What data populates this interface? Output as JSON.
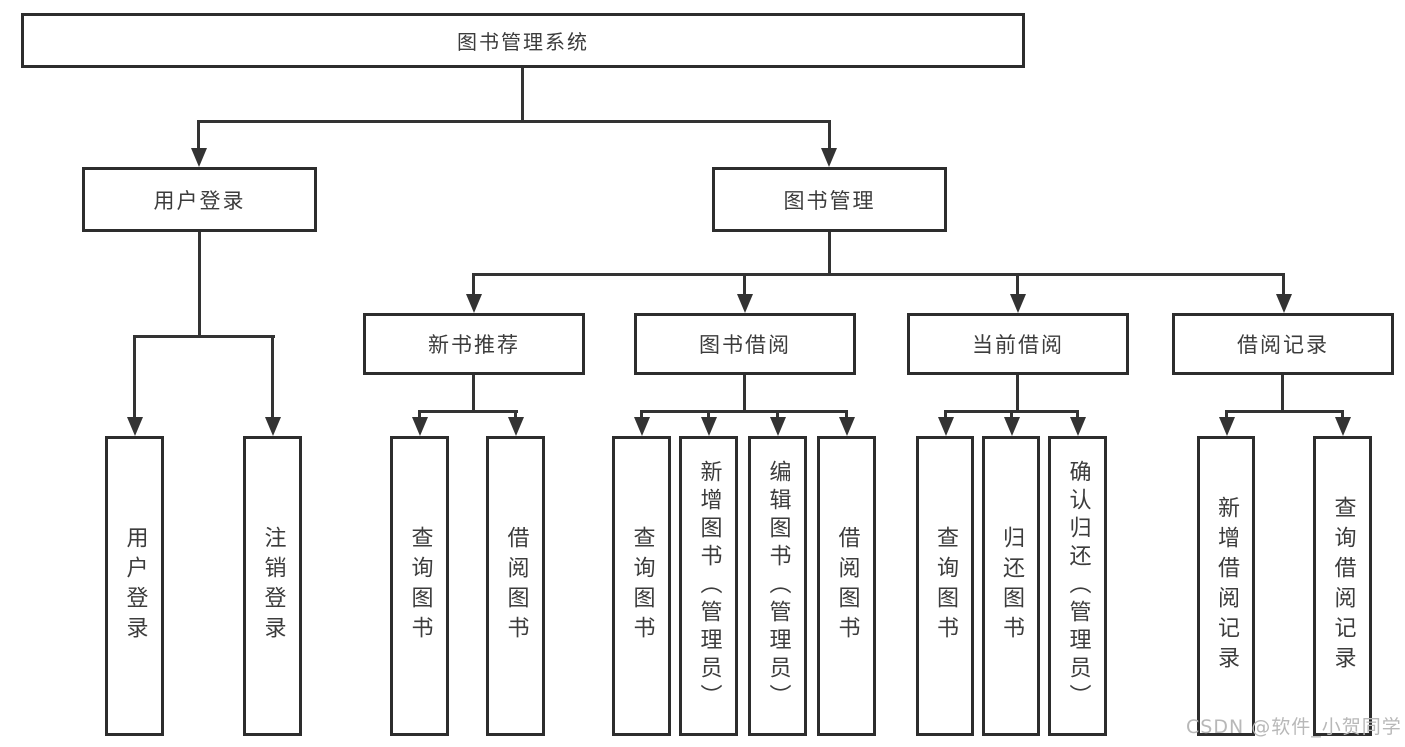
{
  "diagram_type": "hierarchy-tree",
  "colors": {
    "background": "#ffffff",
    "box_border": "#2d2d2d",
    "connector_line": "#333333",
    "text": "#3c3c3c",
    "watermark_text": "#b8b8b8"
  },
  "tree": {
    "label": "图书管理系统",
    "children": [
      {
        "label": "用户登录",
        "children": [
          {
            "label": "用户登录"
          },
          {
            "label": "注销登录"
          }
        ]
      },
      {
        "label": "图书管理",
        "children": [
          {
            "label": "新书推荐",
            "children": [
              {
                "label": "查询图书"
              },
              {
                "label": "借阅图书"
              }
            ]
          },
          {
            "label": "图书借阅",
            "children": [
              {
                "label": "查询图书"
              },
              {
                "label": "新增图书（管理员）"
              },
              {
                "label": "编辑图书（管理员）"
              },
              {
                "label": "借阅图书"
              }
            ]
          },
          {
            "label": "当前借阅",
            "children": [
              {
                "label": "查询图书"
              },
              {
                "label": "归还图书"
              },
              {
                "label": "确认归还（管理员）"
              }
            ]
          },
          {
            "label": "借阅记录",
            "children": [
              {
                "label": "新增借阅记录"
              },
              {
                "label": "查询借阅记录"
              }
            ]
          }
        ]
      }
    ]
  },
  "watermark": {
    "text": "CSDN @软件_小贺同学"
  }
}
